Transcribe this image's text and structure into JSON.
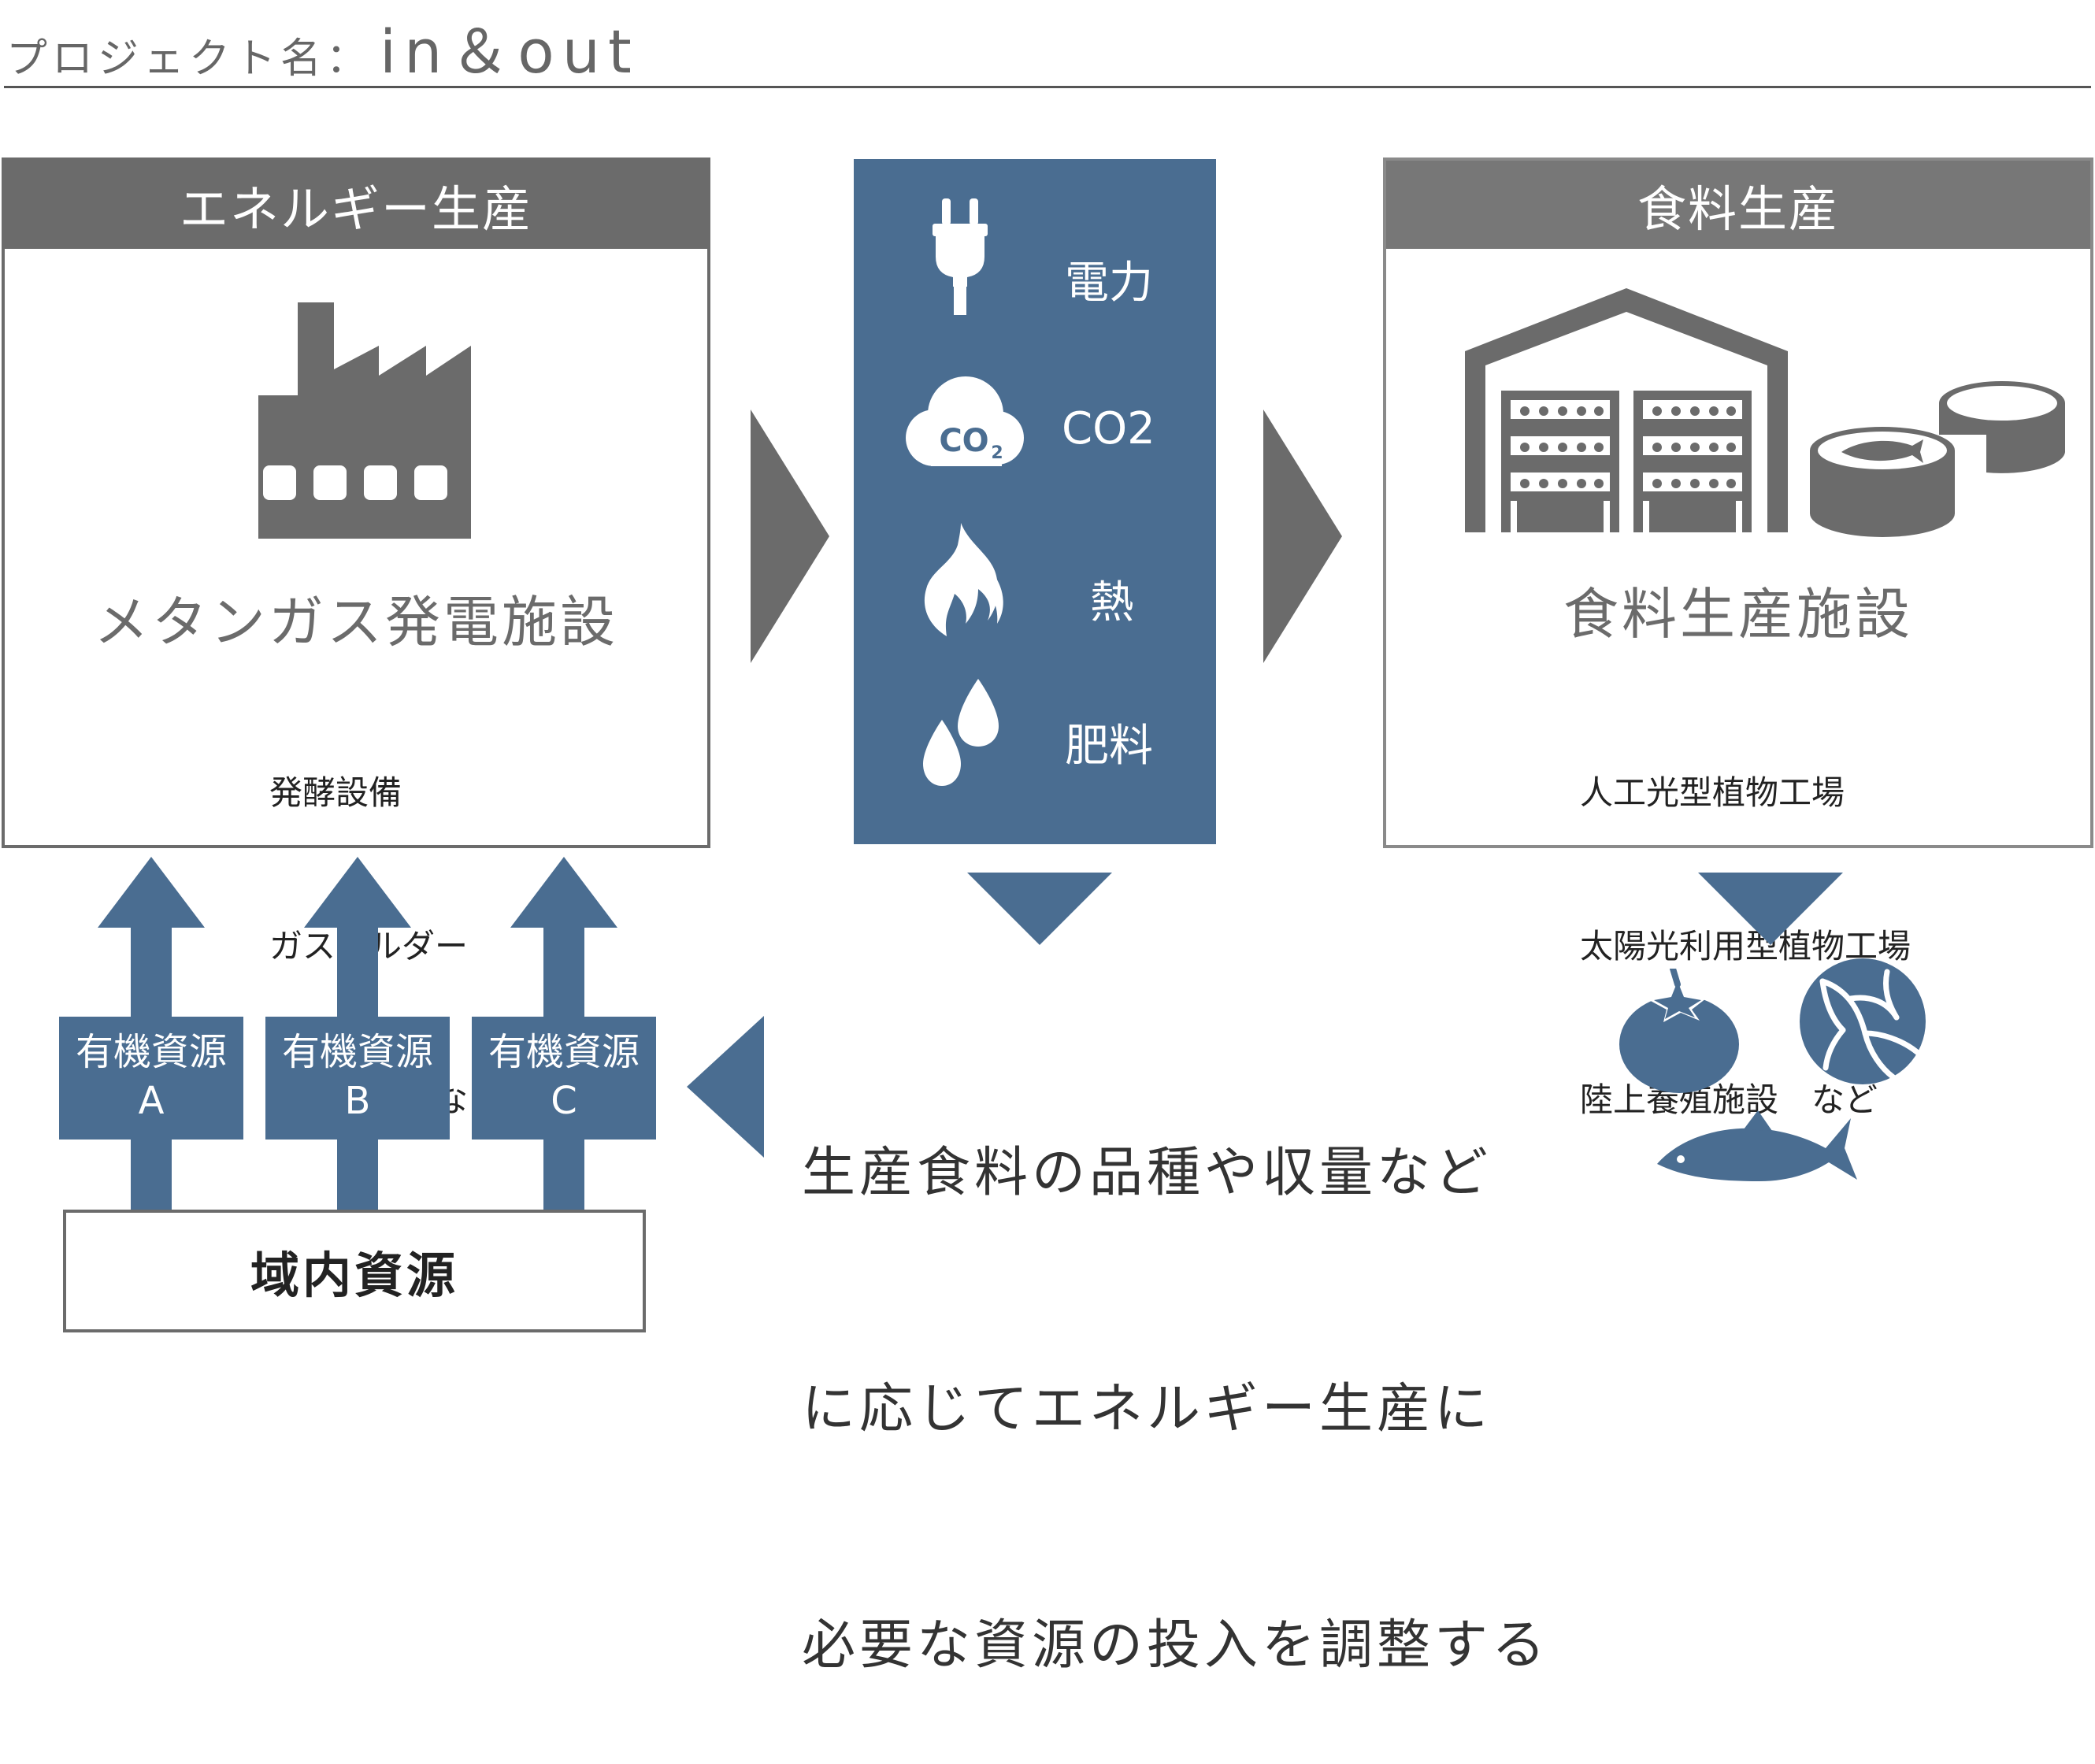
{
  "project": {
    "label": "プロジェクト名：",
    "name": "in＆out"
  },
  "energy": {
    "header": "エネルギー生産",
    "facility": "メタンガス発電施設",
    "items": [
      "発酵設備",
      "ガスホルダー",
      "発電設備　など"
    ]
  },
  "resources": [
    {
      "icon": "plug-icon",
      "label": "電力"
    },
    {
      "icon": "co2-cloud-icon",
      "label": "CO2"
    },
    {
      "icon": "flame-icon",
      "label": "熱"
    },
    {
      "icon": "droplets-icon",
      "label": "肥料"
    }
  ],
  "food": {
    "header": "食料生産",
    "facility": "食料生産施設",
    "items": [
      "人工光型植物工場",
      "太陽光利用型植物工場",
      "陸上養殖施設　など"
    ]
  },
  "organic": [
    {
      "line1": "有機資源",
      "line2": "A"
    },
    {
      "line1": "有機資源",
      "line2": "B"
    },
    {
      "line1": "有機資源",
      "line2": "C"
    }
  ],
  "local_resources": "域内資源",
  "feedback": [
    "生産食料の品種や収量など",
    "に応じてエネルギー生産に",
    "必要な資源の投入を調整する"
  ],
  "colors": {
    "blue": "#4a6d91",
    "gray": "#6b6b6b",
    "light_gray": "#8a8a8a"
  }
}
